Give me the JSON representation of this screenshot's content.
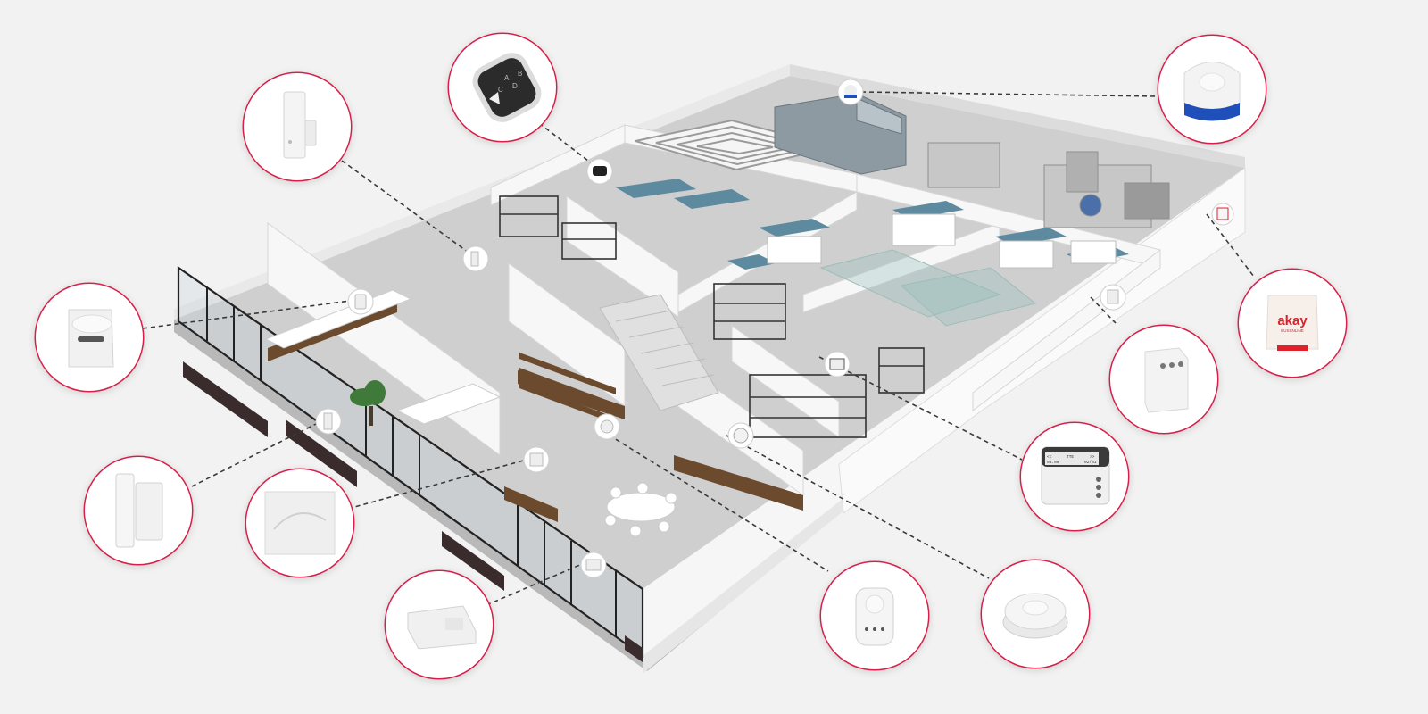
{
  "colors": {
    "accent_ring": "#d81e4a",
    "background": "#f2f2f2",
    "siren_blue": "#1f4fb8",
    "siren_red": "#e0202a",
    "floor": "#cfcfcf",
    "wall": "#ffffff",
    "shelf_teal": "#5e8aa0",
    "wood": "#6b4a2e",
    "glass_frame": "#222222"
  },
  "devices": [
    {
      "id": "key-fob-remote",
      "icon": "remote-control-icon",
      "labels": [
        "A",
        "B",
        "C",
        "D"
      ]
    },
    {
      "id": "outdoor-siren-blue",
      "icon": "siren-icon"
    },
    {
      "id": "wireless-sensor-tall",
      "icon": "sensor-icon"
    },
    {
      "id": "pir-motion-detector",
      "icon": "motion-detector-icon"
    },
    {
      "id": "outdoor-siren-akay",
      "icon": "siren-icon",
      "brand": "akay",
      "sub": "BUSSNLINE"
    },
    {
      "id": "control-panel-box",
      "icon": "panel-icon"
    },
    {
      "id": "lcd-keypad",
      "icon": "keypad-icon",
      "screen_line1_left": "<<",
      "screen_line1_mid": "TTE",
      "screen_line1_right": ">>",
      "screen_line2_left": "06.00",
      "screen_line2_right": "02/01"
    },
    {
      "id": "door-contact",
      "icon": "door-contact-icon"
    },
    {
      "id": "flush-panel",
      "icon": "flush-panel-icon"
    },
    {
      "id": "wall-sensor",
      "icon": "wall-sensor-icon"
    },
    {
      "id": "gas-detector",
      "icon": "gas-detector-icon"
    },
    {
      "id": "smoke-detector",
      "icon": "smoke-detector-icon"
    }
  ]
}
